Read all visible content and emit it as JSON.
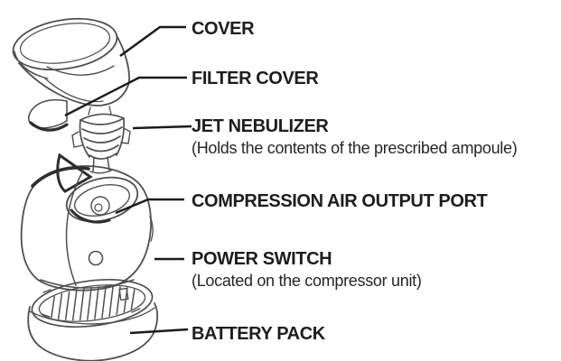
{
  "diagram": {
    "device": "portable-nebulizer-exploded-view",
    "colors": {
      "background": "#ffffff",
      "line_art": "#4f4f4f",
      "line_art_dark": "#2e2e2e",
      "leader_line": "#1b1b1b",
      "text": "#1d1d1b"
    },
    "labels": [
      {
        "id": "cover",
        "title": "COVER",
        "subtitle": ""
      },
      {
        "id": "filter-cover",
        "title": "FILTER COVER",
        "subtitle": ""
      },
      {
        "id": "jet-nebulizer",
        "title": "JET NEBULIZER",
        "subtitle": "(Holds the contents of the prescribed ampoule)"
      },
      {
        "id": "compression-air-output-port",
        "title": "COMPRESSION AIR OUTPUT PORT",
        "subtitle": ""
      },
      {
        "id": "power-switch",
        "title": "POWER SWITCH",
        "subtitle": "(Located on the compressor unit)"
      },
      {
        "id": "battery-pack",
        "title": "BATTERY PACK",
        "subtitle": ""
      }
    ]
  }
}
